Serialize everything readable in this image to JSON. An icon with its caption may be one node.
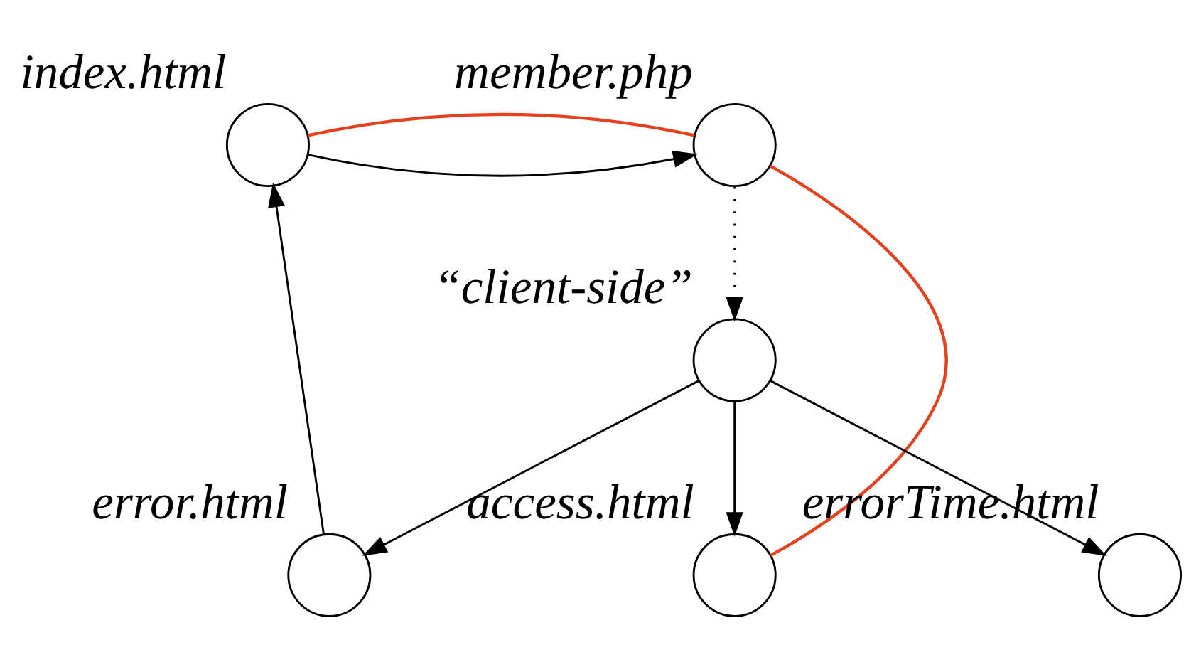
{
  "diagram": {
    "nodes": [
      {
        "text": [],
        "shape": "circle",
        "beside": [
          "index.html"
        ]
      },
      {
        "text": [],
        "shape": "circle",
        "beside": [
          "member.php"
        ]
      },
      {
        "text": [],
        "shape": "circle",
        "beside": [
          "“client-side”"
        ]
      },
      {
        "text": [],
        "shape": "circle",
        "beside": [
          "error.html"
        ]
      },
      {
        "text": [],
        "shape": "circle",
        "beside": [
          "access.html"
        ]
      },
      {
        "text": [],
        "shape": "circle",
        "beside": [
          "errorTime.html"
        ]
      }
    ],
    "edges": [
      {
        "from": 0,
        "to": 1,
        "arrow": "to"
      },
      {
        "from": 1,
        "to": 2,
        "arrow": "to",
        "style": "dashed"
      },
      {
        "from": 2,
        "to": 3,
        "arrow": "to"
      },
      {
        "from": 2,
        "to": 4,
        "arrow": "to"
      },
      {
        "from": 2,
        "to": 5,
        "arrow": "to"
      },
      {
        "from": 3,
        "to": 0,
        "arrow": "to"
      },
      {
        "from": 0,
        "to": 1,
        "arrow": "none",
        "color": "#e8401c"
      },
      {
        "from": 1,
        "to": 4,
        "arrow": "none",
        "color": "#e8401c"
      }
    ]
  }
}
